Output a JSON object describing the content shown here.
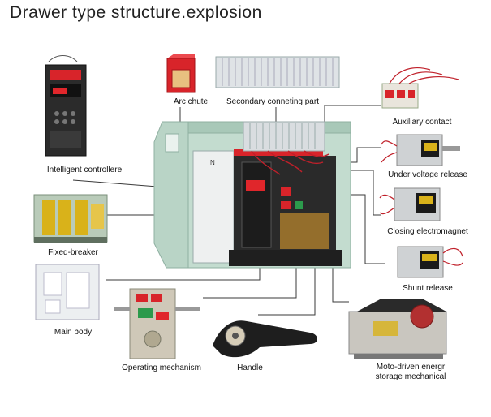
{
  "title": "Drawer type structure.explosion",
  "components": {
    "arc_chute": "Arc chute",
    "secondary_connecting_part": "Secondary conneting part",
    "auxiliary_contact": "Auxiliary contact",
    "intelligent_controller": "Intelligent controllere",
    "under_voltage_release": "Under voltage release",
    "fixed_breaker": "Fixed-breaker",
    "closing_electromagnet": "Closing electromagnet",
    "shunt_release": "Shunt release",
    "main_body": "Main body",
    "operating_mechanism": "Operating mechanism",
    "handle": "Handle",
    "motor_storage_line1": "Moto-driven energr",
    "motor_storage_line2": "storage mechanical"
  },
  "breaker_face_letter": "N",
  "colors": {
    "leader_line": "#3a3a3a",
    "housing": "#b9d4c6",
    "housing_dark": "#8fb0a1",
    "arc_chute_red": "#d8242a",
    "terminal_block": "#d9dde0",
    "dark_panel": "#2a2a2a",
    "display_red": "#e0262b",
    "coil_yellow": "#d9b21a"
  }
}
